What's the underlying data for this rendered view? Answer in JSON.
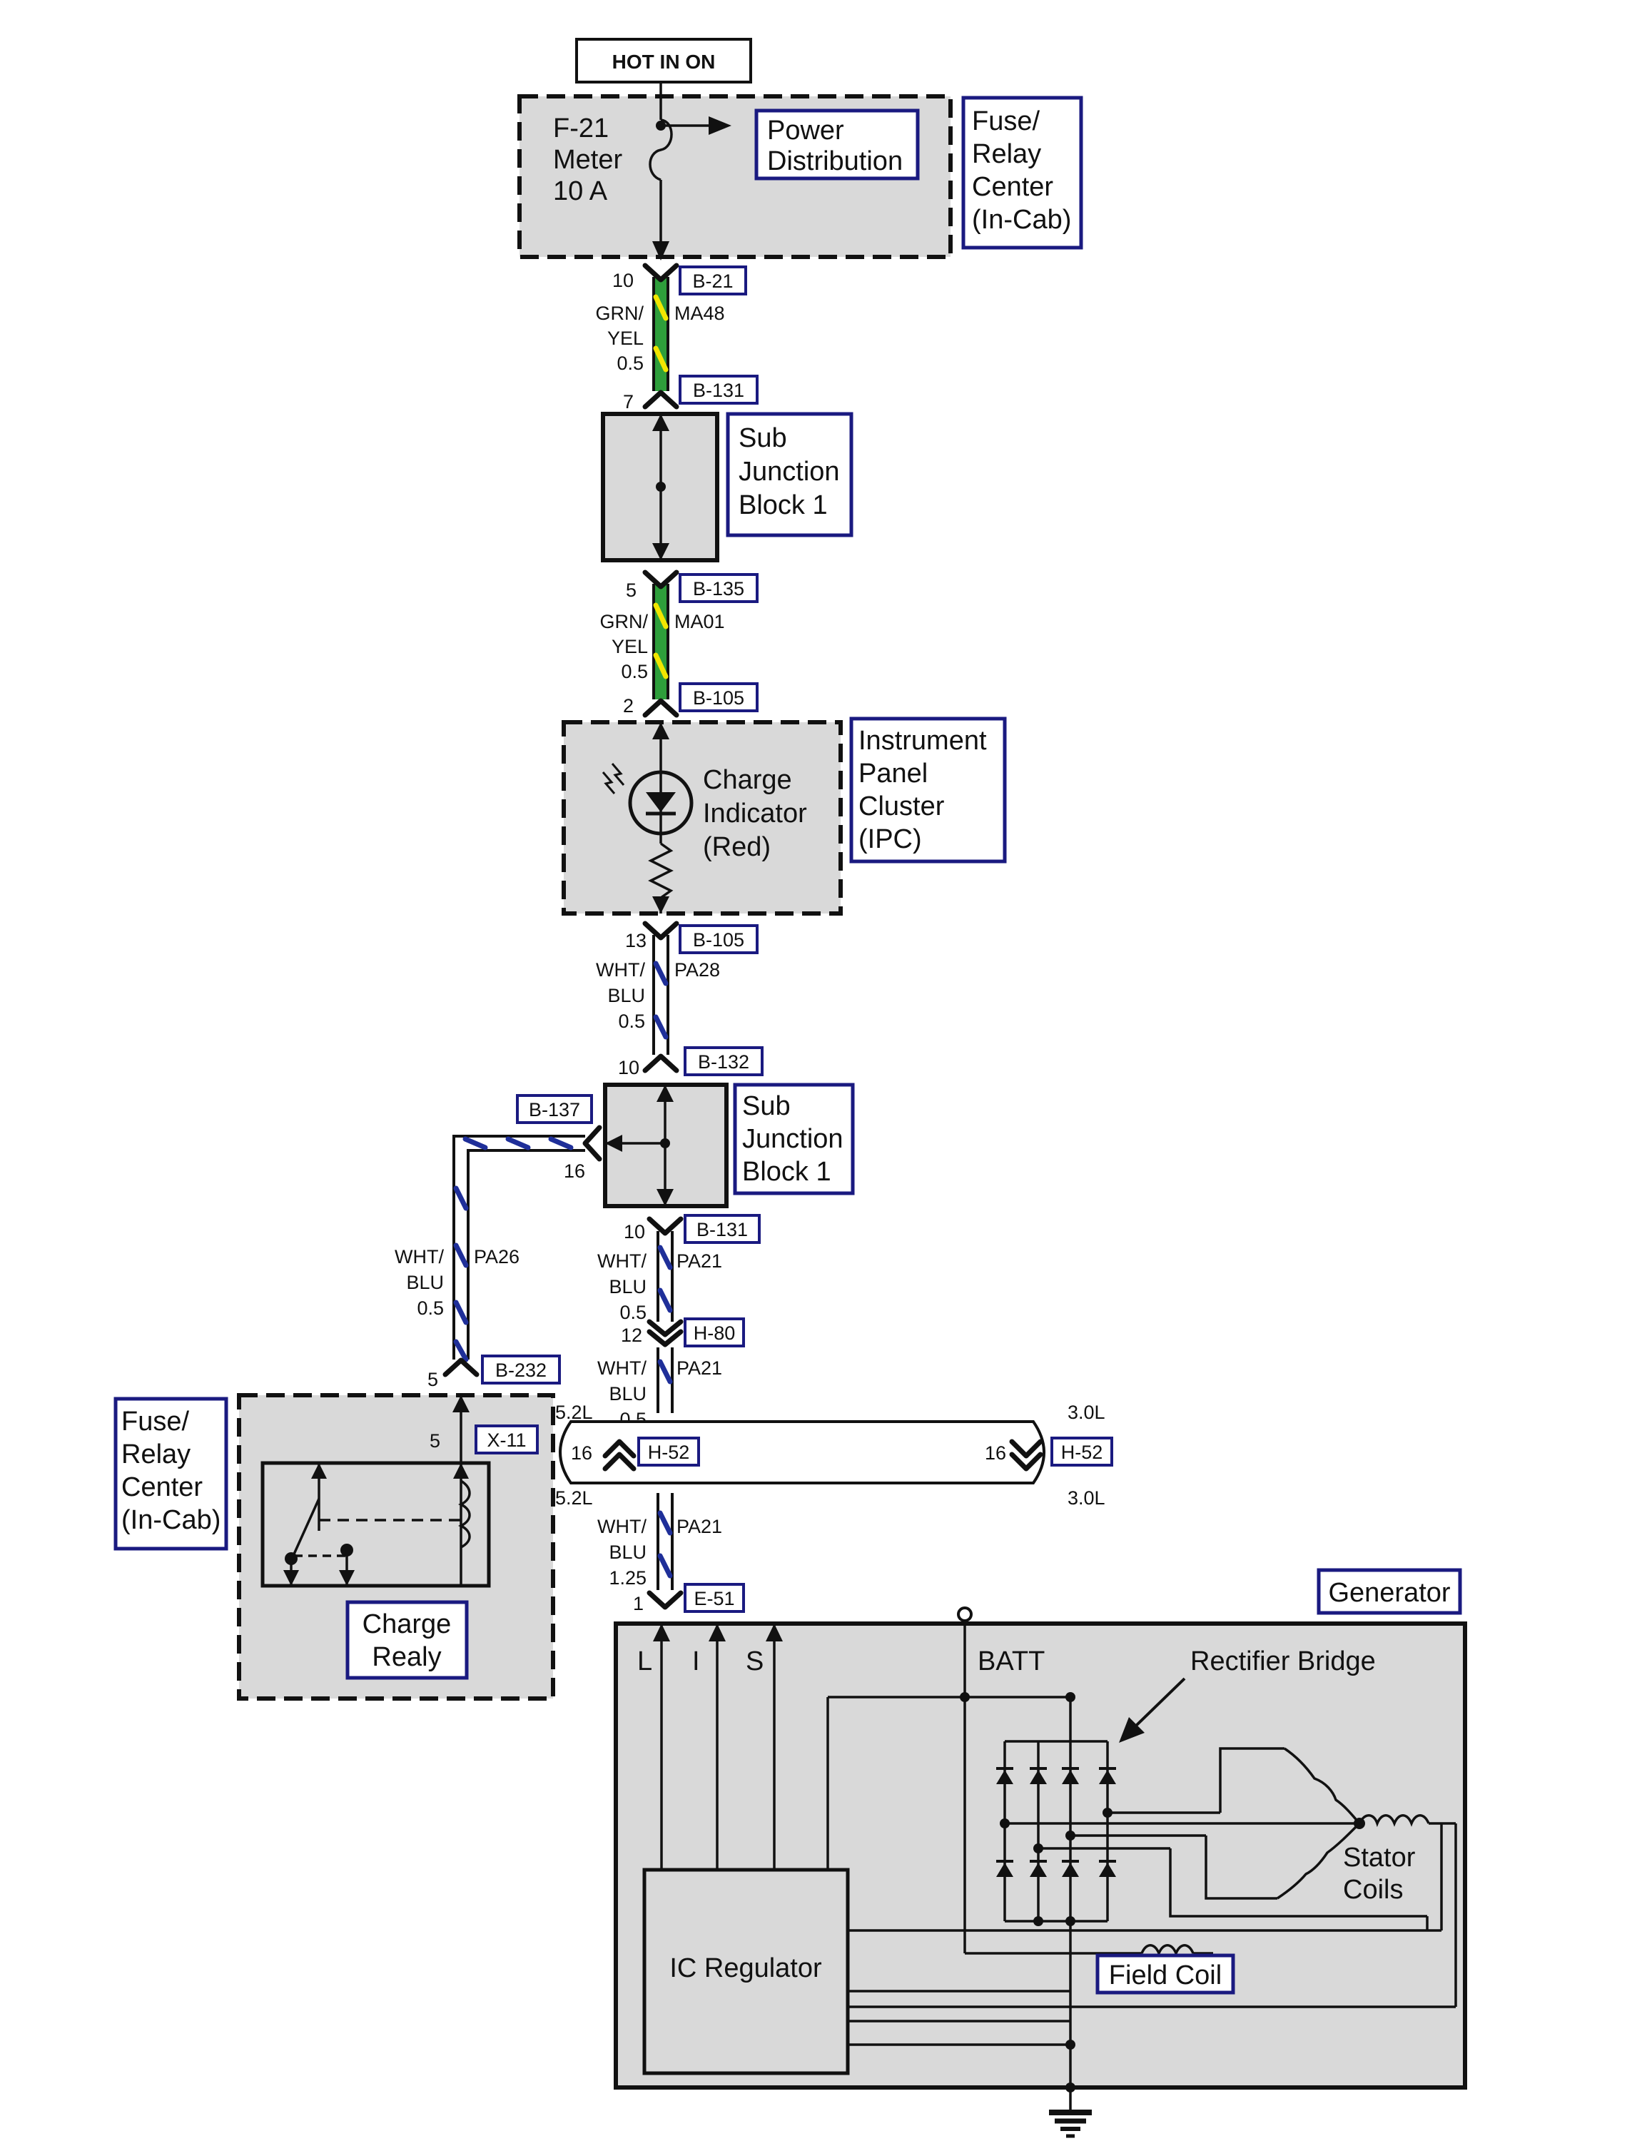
{
  "colors": {
    "grn_yel_wire": "#2e9e3b",
    "grn_yel_stripe": "#f2e600",
    "wht_blu_wire": "#ffffff",
    "wht_blu_stripe": "#1f2f99",
    "component_fill": "#d9d9d9",
    "label_border": "#1a1a80"
  },
  "hot_label": "HOT IN ON",
  "fuse": {
    "line1": "F-21",
    "line2": "Meter",
    "line3": "10 A"
  },
  "power_distribution": {
    "line1": "Power",
    "line2": "Distribution"
  },
  "fuse_relay_top": {
    "line1": "Fuse/",
    "line2": "Relay",
    "line3": "Center",
    "line4": "(In-Cab)"
  },
  "fuse_relay_left": {
    "line1": "Fuse/",
    "line2": "Relay",
    "line3": "Center",
    "line4": "(In-Cab)"
  },
  "sub_junction_1": {
    "line1": "Sub",
    "line2": "Junction",
    "line3": "Block 1"
  },
  "sub_junction_2": {
    "line1": "Sub",
    "line2": "Junction",
    "line3": "Block 1"
  },
  "charge_indicator": {
    "line1": "Charge",
    "line2": "Indicator",
    "line3": "(Red)"
  },
  "ipc": {
    "line1": "Instrument",
    "line2": "Panel",
    "line3": "Cluster",
    "line4": "(IPC)"
  },
  "charge_relay": {
    "line1": "Charge",
    "line2": "Realy"
  },
  "generator": {
    "title": "Generator",
    "terminal_l": "L",
    "terminal_i": "I",
    "terminal_s": "S",
    "batt": "BATT",
    "rectifier": "Rectifier Bridge",
    "stator_line1": "Stator",
    "stator_line2": "Coils",
    "ic_regulator": "IC Regulator",
    "field_coil": "Field Coil"
  },
  "connectors": {
    "b21": {
      "id": "B-21",
      "pin": "10"
    },
    "b131a": {
      "id": "B-131",
      "pin": "7"
    },
    "b135": {
      "id": "B-135",
      "pin": "5"
    },
    "b105a": {
      "id": "B-105",
      "pin": "2"
    },
    "b105b": {
      "id": "B-105",
      "pin": "13"
    },
    "b132": {
      "id": "B-132",
      "pin": "10"
    },
    "b137": {
      "id": "B-137",
      "pin": "16"
    },
    "b131b": {
      "id": "B-131",
      "pin": "10"
    },
    "h80": {
      "id": "H-80",
      "pin": "12"
    },
    "b232": {
      "id": "B-232",
      "pin": "5"
    },
    "x11": {
      "id": "X-11",
      "pin": "5"
    },
    "h52l": {
      "id": "H-52",
      "pin": "16"
    },
    "h52r": {
      "id": "H-52",
      "pin": "16"
    },
    "e51": {
      "id": "E-51",
      "pin": "1"
    }
  },
  "engine_labels": {
    "l_top": "5.2L",
    "l_bot": "5.2L",
    "r_top": "3.0L",
    "r_bot": "3.0L"
  },
  "wires": {
    "ma48": {
      "color1": "GRN/",
      "color2": "YEL",
      "size": "0.5",
      "circuit": "MA48"
    },
    "ma01": {
      "color1": "GRN/",
      "color2": "YEL",
      "size": "0.5",
      "circuit": "MA01"
    },
    "pa28": {
      "color1": "WHT/",
      "color2": "BLU",
      "size": "0.5",
      "circuit": "PA28"
    },
    "pa26": {
      "color1": "WHT/",
      "color2": "BLU",
      "size": "0.5",
      "circuit": "PA26"
    },
    "pa21a": {
      "color1": "WHT/",
      "color2": "BLU",
      "size": "0.5",
      "circuit": "PA21"
    },
    "pa21b": {
      "color1": "WHT/",
      "color2": "BLU",
      "size": "0.5",
      "circuit": "PA21"
    },
    "pa21c": {
      "color1": "WHT/",
      "color2": "BLU",
      "size": "1.25",
      "circuit": "PA21"
    }
  }
}
